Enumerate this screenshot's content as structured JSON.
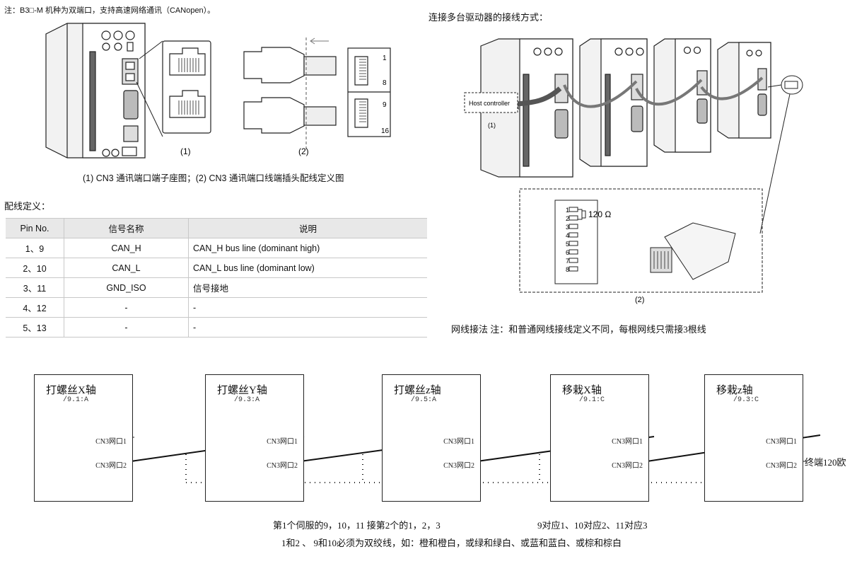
{
  "top_left_note": "注：B3□-M 机种为双端口，支持高速网络通讯（CANopen）。",
  "top_right_title": "连接多台驱动器的接线方式：",
  "left_figure": {
    "label1": "(1)",
    "label2": "(2)",
    "pins_top": [
      "1",
      "8"
    ],
    "pins_bottom": [
      "9",
      "16"
    ],
    "caption": "(1) CN3 通讯端口端子座图；(2) CN3 通讯端口线端插头配线定义图"
  },
  "right_figure": {
    "host_label": "Host controller",
    "label1": "(1)",
    "label2": "(2)",
    "pin_numbers": [
      "1",
      "2",
      "3",
      "4",
      "5",
      "6",
      "7",
      "8"
    ],
    "resistor": "120 Ω"
  },
  "wiring_note": "网线接法 注：和普通网线接线定义不同，每根网线只需接3根线",
  "table": {
    "title": "配线定义：",
    "headers": [
      "Pin No.",
      "信号名称",
      "说明"
    ],
    "rows": [
      [
        "1、9",
        "CAN_H",
        "CAN_H bus line (dominant high)"
      ],
      [
        "2、10",
        "CAN_L",
        "CAN_L bus line (dominant low)"
      ],
      [
        "3、11",
        "GND_ISO",
        "信号接地"
      ],
      [
        "4、12",
        "-",
        "-"
      ],
      [
        "5、13",
        "-",
        "-"
      ]
    ]
  },
  "schematic": {
    "boxes": [
      {
        "title": "打螺丝X轴",
        "ref": "/9.1:A"
      },
      {
        "title": "打螺丝Y轴",
        "ref": "/9.3:A"
      },
      {
        "title": "打螺丝z轴",
        "ref": "/9.5:A"
      },
      {
        "title": "移栽X轴",
        "ref": "/9.1:C"
      },
      {
        "title": "移栽z轴",
        "ref": "/9.3:C"
      }
    ],
    "port1": "CN3网口1",
    "port2": "CN3网口2",
    "terminator": "终端120欧",
    "note_line1a": "第1个伺服的9，10，11  接第2个的1，2，3",
    "note_line1b": "9对应1、10对应2、11对应3",
    "note_line2": "1和2 、 9和10必须为双绞线，如：橙和橙白，或绿和绿白、或蓝和蓝白、或棕和棕白"
  }
}
